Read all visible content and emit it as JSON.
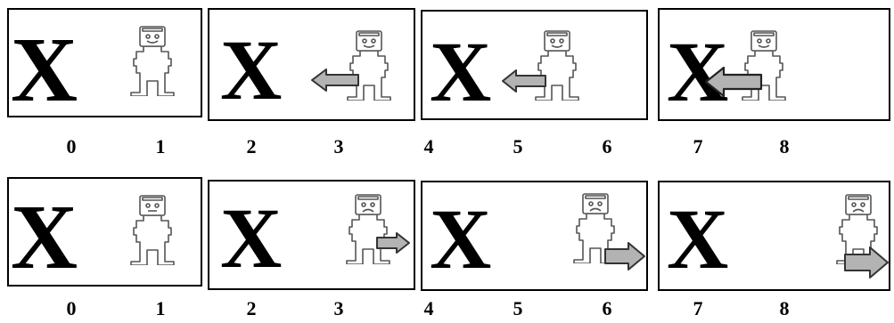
{
  "colors": {
    "ink": "#000000",
    "robot_line": "#555555",
    "arrow_fill": "#b3b3b3",
    "background": "#ffffff"
  },
  "icons": {
    "target_mark": "x-letter",
    "robot": "robot-figure",
    "arrow": "block-arrow"
  },
  "rows": [
    {
      "panels": [
        {
          "mark": "X",
          "face": "smile",
          "arrow": "none"
        },
        {
          "mark": "X",
          "face": "smile",
          "arrow": "left"
        },
        {
          "mark": "X",
          "face": "smile",
          "arrow": "left"
        },
        {
          "mark": "X",
          "face": "smile",
          "arrow": "left"
        }
      ],
      "scale": [
        "0",
        "1",
        "2",
        "3",
        "4",
        "5",
        "6",
        "7",
        "8"
      ]
    },
    {
      "panels": [
        {
          "mark": "X",
          "face": "neutral",
          "arrow": "none"
        },
        {
          "mark": "X",
          "face": "frown",
          "arrow": "right"
        },
        {
          "mark": "X",
          "face": "frown",
          "arrow": "right"
        },
        {
          "mark": "X",
          "face": "frown",
          "arrow": "right"
        }
      ],
      "scale": [
        "0",
        "1",
        "2",
        "3",
        "4",
        "5",
        "6",
        "7",
        "8"
      ]
    }
  ]
}
